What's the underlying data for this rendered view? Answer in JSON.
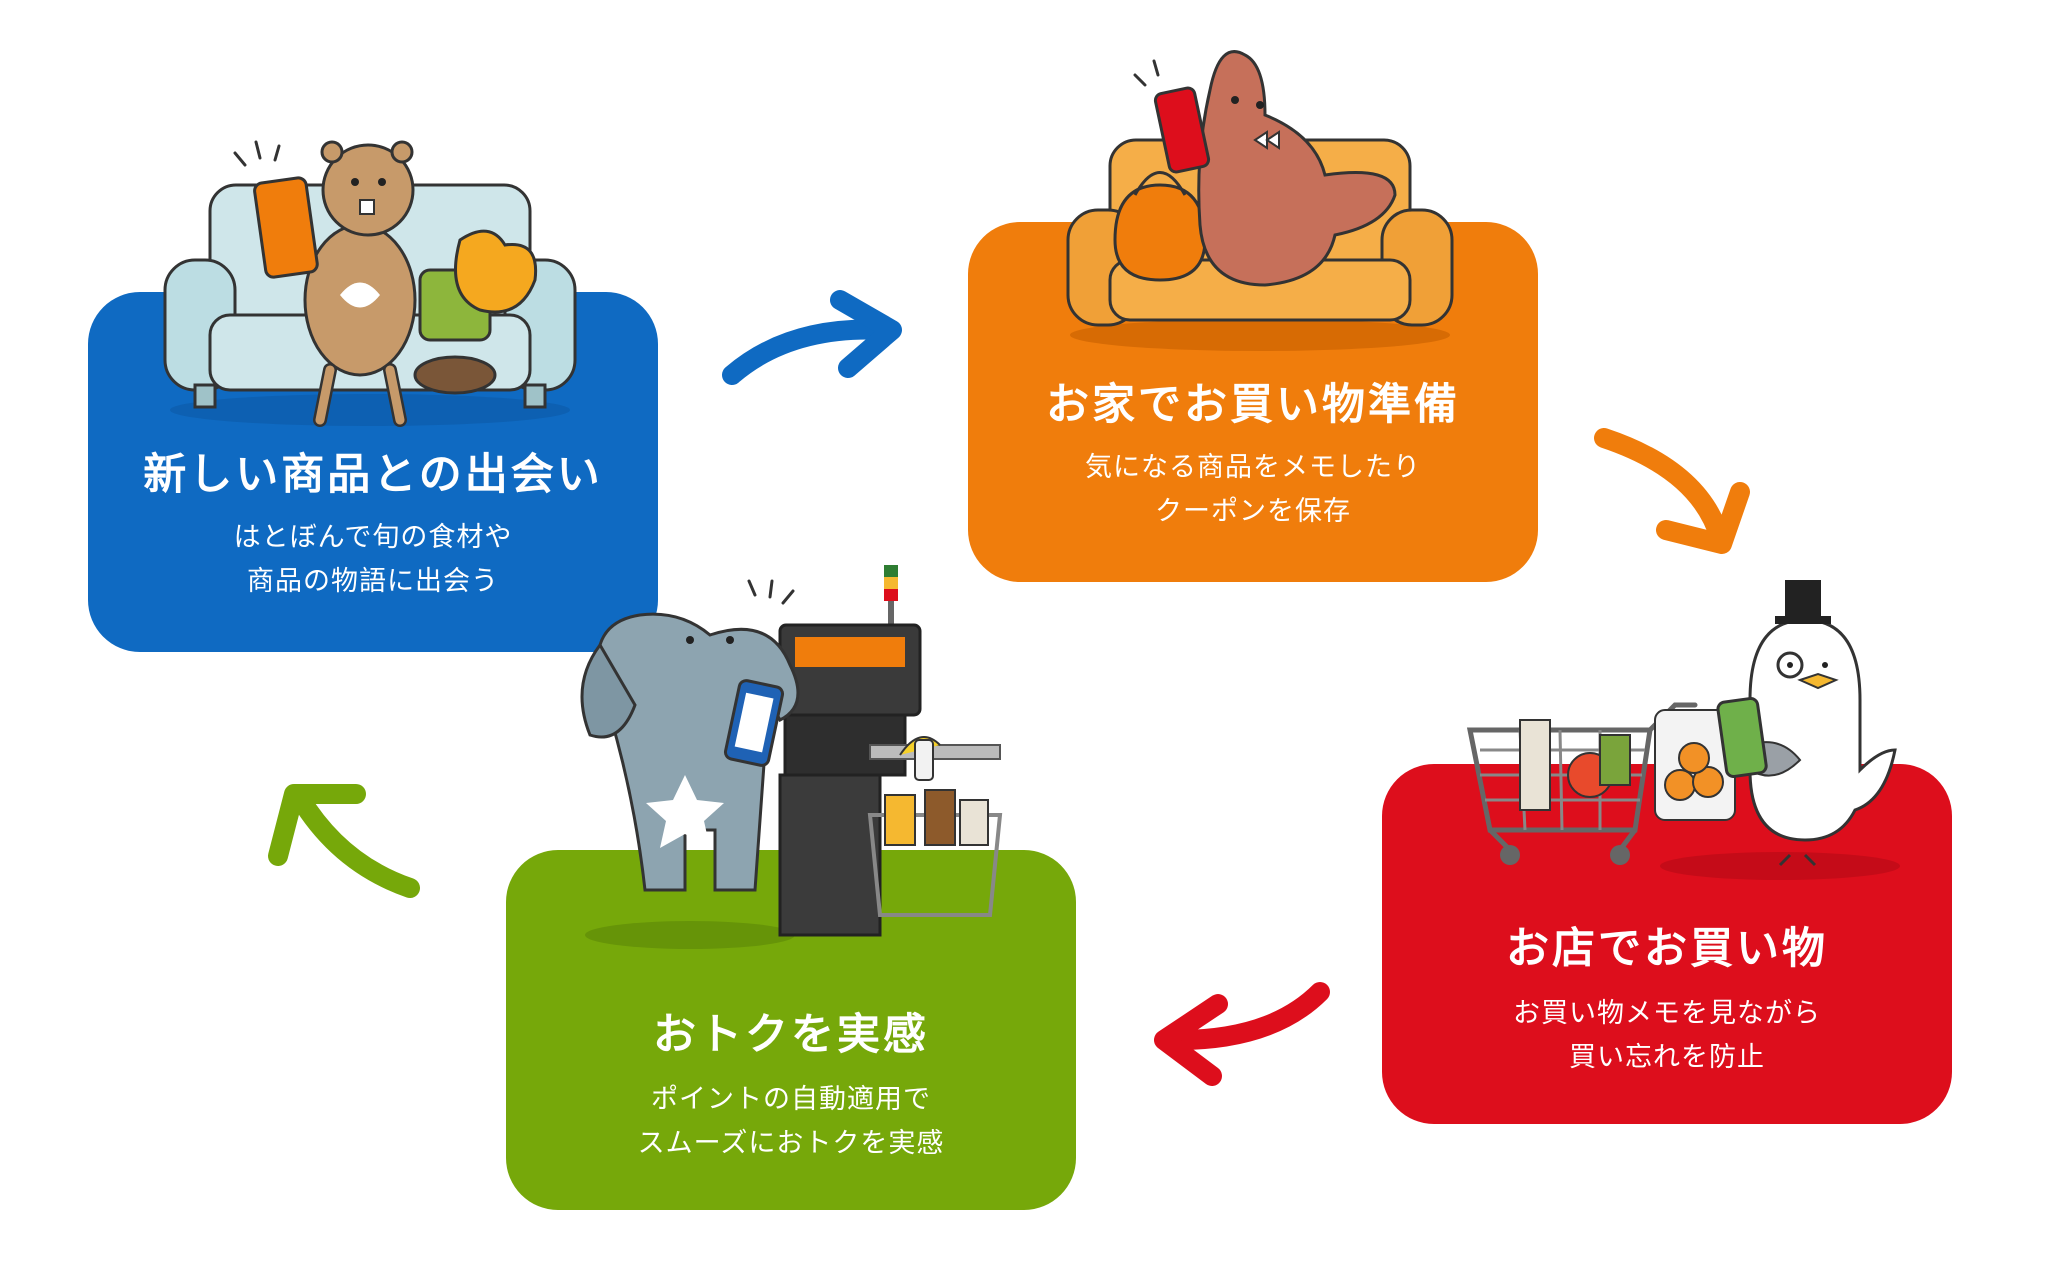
{
  "steps": [
    {
      "title": "新しい商品との出会い",
      "desc": [
        "はとぼんで旬の食材や",
        "商品の物語に出会う"
      ],
      "color": "#0f6ac2",
      "illustration": "beaver-on-sofa-with-phone"
    },
    {
      "title": "お家でお買い物準備",
      "desc": [
        "気になる商品をメモしたり",
        "クーポンを保存"
      ],
      "color": "#f07d0c",
      "illustration": "mole-on-sofa-with-phone"
    },
    {
      "title": "お店でお買い物",
      "desc": [
        "お買い物メモを見ながら",
        "買い忘れを防止"
      ],
      "color": "#dd0e1c",
      "illustration": "bird-with-shopping-cart"
    },
    {
      "title": "おトクを実感",
      "desc": [
        "ポイントの自動適用で",
        "スムーズにおトクを実感"
      ],
      "color": "#76a80a",
      "illustration": "elephant-at-self-checkout"
    }
  ],
  "arrows": [
    {
      "name": "arrow-blue-to-orange",
      "color": "#0f6ac2"
    },
    {
      "name": "arrow-orange-to-red",
      "color": "#f07d0c"
    },
    {
      "name": "arrow-red-to-green",
      "color": "#dd0e1c"
    },
    {
      "name": "arrow-green-to-blue",
      "color": "#76a80a"
    }
  ]
}
